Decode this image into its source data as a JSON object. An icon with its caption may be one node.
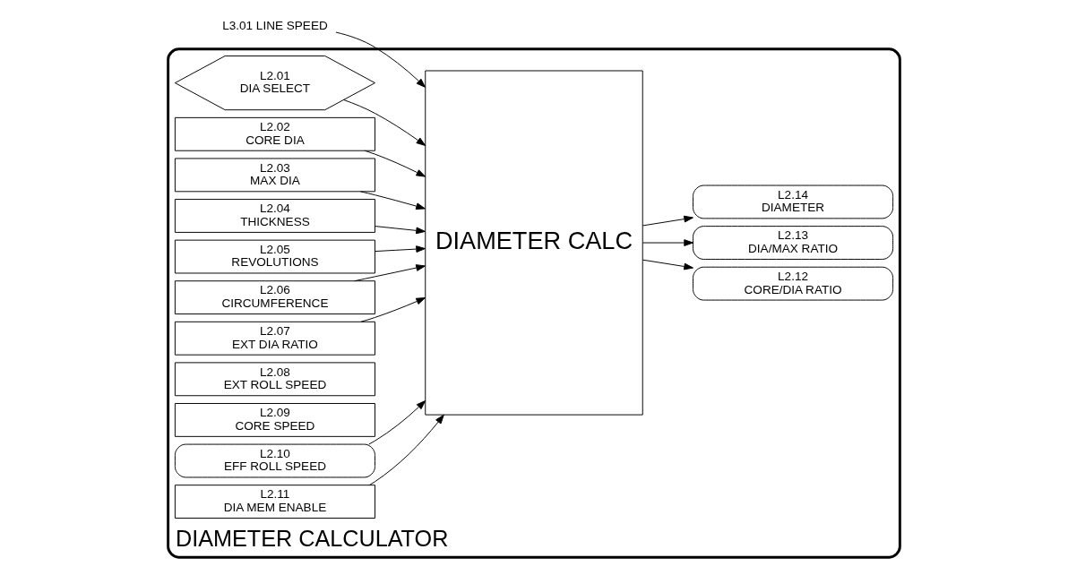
{
  "diagram": {
    "nodes": [
      {
        "text": [
          "L3.01 LINE SPEED"
        ]
      },
      {
        "text": [
          "DIAMETER CALCULATOR"
        ]
      },
      {
        "text": [
          "DIAMETER CALC"
        ],
        "in": 1
      },
      {
        "text": [
          "L2.01",
          "DIA SELECT"
        ],
        "in": 1
      },
      {
        "text": [
          "L2.02",
          "CORE DIA"
        ],
        "in": 1
      },
      {
        "text": [
          "L2.03",
          "MAX DIA"
        ],
        "in": 1
      },
      {
        "text": [
          "L2.04",
          "THICKNESS"
        ],
        "in": 1
      },
      {
        "text": [
          "L2.05",
          "REVOLUTIONS"
        ],
        "in": 1
      },
      {
        "text": [
          "L2.06",
          "CIRCUMFERENCE"
        ],
        "in": 1
      },
      {
        "text": [
          "L2.07",
          "EXT DIA RATIO"
        ],
        "in": 1
      },
      {
        "text": [
          "L2.08",
          "EXT ROLL SPEED"
        ],
        "in": 1
      },
      {
        "text": [
          "L2.09",
          "CORE SPEED"
        ],
        "in": 1
      },
      {
        "text": [
          "L2.10",
          "EFF ROLL SPEED"
        ],
        "in": 1
      },
      {
        "text": [
          "L2.11",
          "DIA MEM ENABLE"
        ],
        "in": 1
      },
      {
        "text": [
          "L2.12",
          "CORE/DIA RATIO"
        ],
        "in": 1
      },
      {
        "text": [
          "L2.13",
          "DIA/MAX RATIO"
        ],
        "in": 1
      },
      {
        "text": [
          "L2.14",
          "DIAMETER"
        ],
        "in": 1
      }
    ],
    "edges": [
      {
        "from": 0,
        "to": 2,
        "arrow": "to"
      },
      {
        "from": 3,
        "to": 2,
        "arrow": "to"
      },
      {
        "from": 4,
        "to": 2,
        "arrow": "to"
      },
      {
        "from": 5,
        "to": 2,
        "arrow": "to"
      },
      {
        "from": 6,
        "to": 2,
        "arrow": "to"
      },
      {
        "from": 7,
        "to": 2,
        "arrow": "to"
      },
      {
        "from": 8,
        "to": 2,
        "arrow": "to"
      },
      {
        "from": 9,
        "to": 2,
        "arrow": "to"
      },
      {
        "from": 12,
        "to": 2,
        "arrow": "to"
      },
      {
        "from": 13,
        "to": 2,
        "arrow": "to"
      },
      {
        "from": 2,
        "to": 14,
        "arrow": "to"
      },
      {
        "from": 2,
        "to": 15,
        "arrow": "to"
      },
      {
        "from": 2,
        "to": 16,
        "arrow": "to"
      }
    ]
  }
}
